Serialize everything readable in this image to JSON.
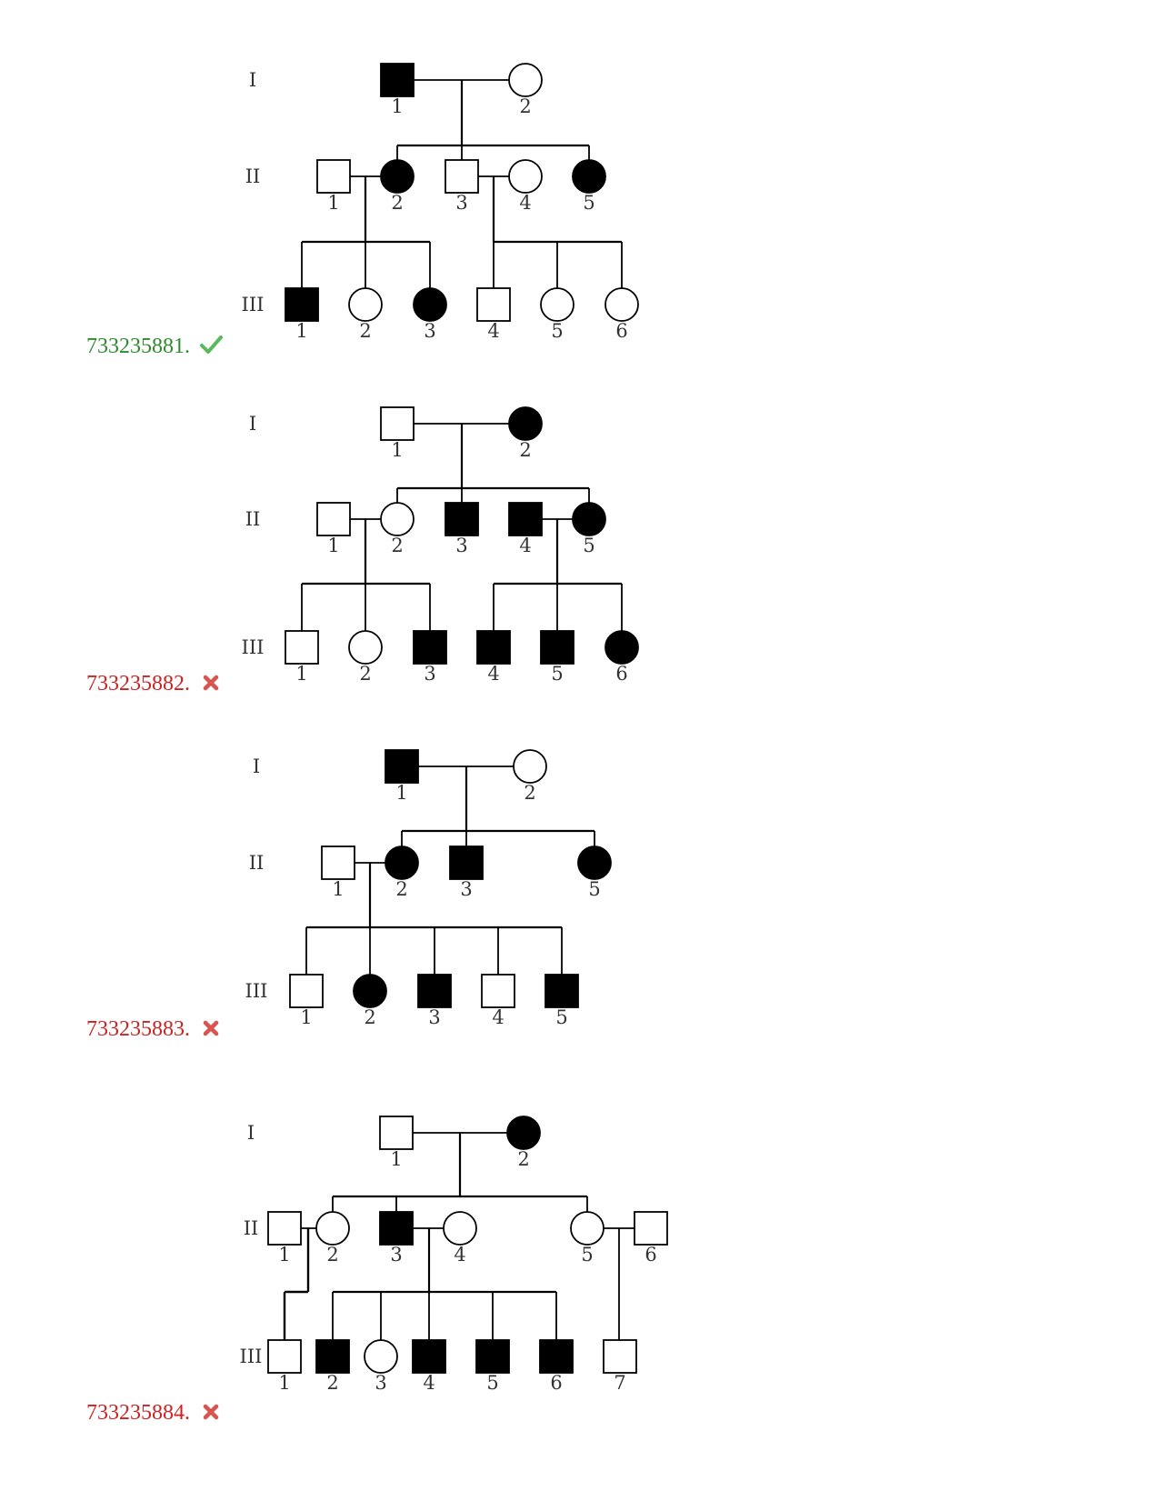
{
  "colors": {
    "correct": "#2e8b2e",
    "wrong": "#cc2222",
    "check_icon": "#5cb85c",
    "cross_icon": "#d9534f",
    "affected": "#000000",
    "unaffected": "#ffffff",
    "stroke": "#000000"
  },
  "generation_labels": [
    "I",
    "II",
    "III"
  ],
  "items": [
    {
      "id": "733235881.",
      "status": "correct",
      "status_icon": "check-icon",
      "generations": [
        {
          "label": "I",
          "members": [
            {
              "num": "1",
              "sex": "male",
              "affected": true
            },
            {
              "num": "2",
              "sex": "female",
              "affected": false
            }
          ]
        },
        {
          "label": "II",
          "members": [
            {
              "num": "1",
              "sex": "male",
              "affected": false
            },
            {
              "num": "2",
              "sex": "female",
              "affected": true
            },
            {
              "num": "3",
              "sex": "male",
              "affected": false
            },
            {
              "num": "4",
              "sex": "female",
              "affected": false
            },
            {
              "num": "5",
              "sex": "female",
              "affected": true
            }
          ]
        },
        {
          "label": "III",
          "members": [
            {
              "num": "1",
              "sex": "male",
              "affected": true
            },
            {
              "num": "2",
              "sex": "female",
              "affected": false
            },
            {
              "num": "3",
              "sex": "female",
              "affected": true
            },
            {
              "num": "4",
              "sex": "male",
              "affected": false
            },
            {
              "num": "5",
              "sex": "female",
              "affected": false
            },
            {
              "num": "6",
              "sex": "female",
              "affected": false
            }
          ]
        }
      ],
      "couples": [
        [
          "I-1",
          "I-2"
        ],
        [
          "II-1",
          "II-2"
        ],
        [
          "II-3",
          "II-4"
        ]
      ],
      "sibships": [
        {
          "parents": [
            "I-1",
            "I-2"
          ],
          "children": [
            "II-2",
            "II-3",
            "II-5"
          ]
        },
        {
          "parents": [
            "II-1",
            "II-2"
          ],
          "children": [
            "III-1",
            "III-2",
            "III-3"
          ]
        },
        {
          "parents": [
            "II-3",
            "II-4"
          ],
          "children": [
            "III-4",
            "III-5",
            "III-6"
          ]
        }
      ]
    },
    {
      "id": "733235882.",
      "status": "wrong",
      "status_icon": "cross-icon",
      "generations": [
        {
          "label": "I",
          "members": [
            {
              "num": "1",
              "sex": "male",
              "affected": false
            },
            {
              "num": "2",
              "sex": "female",
              "affected": true
            }
          ]
        },
        {
          "label": "II",
          "members": [
            {
              "num": "1",
              "sex": "male",
              "affected": false
            },
            {
              "num": "2",
              "sex": "female",
              "affected": false
            },
            {
              "num": "3",
              "sex": "male",
              "affected": true
            },
            {
              "num": "4",
              "sex": "male",
              "affected": true
            },
            {
              "num": "5",
              "sex": "female",
              "affected": true
            }
          ]
        },
        {
          "label": "III",
          "members": [
            {
              "num": "1",
              "sex": "male",
              "affected": false
            },
            {
              "num": "2",
              "sex": "female",
              "affected": false
            },
            {
              "num": "3",
              "sex": "male",
              "affected": true
            },
            {
              "num": "4",
              "sex": "male",
              "affected": true
            },
            {
              "num": "5",
              "sex": "male",
              "affected": true
            },
            {
              "num": "6",
              "sex": "female",
              "affected": true
            }
          ]
        }
      ],
      "couples": [
        [
          "I-1",
          "I-2"
        ],
        [
          "II-1",
          "II-2"
        ],
        [
          "II-4",
          "II-5"
        ]
      ],
      "sibships": [
        {
          "parents": [
            "I-1",
            "I-2"
          ],
          "children": [
            "II-2",
            "II-3",
            "II-5"
          ]
        },
        {
          "parents": [
            "II-1",
            "II-2"
          ],
          "children": [
            "III-1",
            "III-2",
            "III-3"
          ]
        },
        {
          "parents": [
            "II-4",
            "II-5"
          ],
          "children": [
            "III-4",
            "III-5",
            "III-6"
          ]
        }
      ]
    },
    {
      "id": "733235883.",
      "status": "wrong",
      "status_icon": "cross-icon",
      "generations": [
        {
          "label": "I",
          "members": [
            {
              "num": "1",
              "sex": "male",
              "affected": true
            },
            {
              "num": "2",
              "sex": "female",
              "affected": false
            }
          ]
        },
        {
          "label": "II",
          "members": [
            {
              "num": "1",
              "sex": "male",
              "affected": false
            },
            {
              "num": "2",
              "sex": "female",
              "affected": true
            },
            {
              "num": "3",
              "sex": "male",
              "affected": true
            },
            {
              "num": "5",
              "sex": "female",
              "affected": true
            }
          ]
        },
        {
          "label": "III",
          "members": [
            {
              "num": "1",
              "sex": "male",
              "affected": false
            },
            {
              "num": "2",
              "sex": "female",
              "affected": true
            },
            {
              "num": "3",
              "sex": "male",
              "affected": true
            },
            {
              "num": "4",
              "sex": "male",
              "affected": false
            },
            {
              "num": "5",
              "sex": "male",
              "affected": true
            }
          ]
        }
      ],
      "couples": [
        [
          "I-1",
          "I-2"
        ],
        [
          "II-1",
          "II-2"
        ]
      ],
      "sibships": [
        {
          "parents": [
            "I-1",
            "I-2"
          ],
          "children": [
            "II-2",
            "II-3",
            "II-5"
          ]
        },
        {
          "parents": [
            "II-1",
            "II-2"
          ],
          "children": [
            "III-1",
            "III-2",
            "III-3",
            "III-4",
            "III-5"
          ]
        }
      ]
    },
    {
      "id": "733235884.",
      "status": "wrong",
      "status_icon": "cross-icon",
      "generations": [
        {
          "label": "I",
          "members": [
            {
              "num": "1",
              "sex": "male",
              "affected": false
            },
            {
              "num": "2",
              "sex": "female",
              "affected": true
            }
          ]
        },
        {
          "label": "II",
          "members": [
            {
              "num": "1",
              "sex": "male",
              "affected": false
            },
            {
              "num": "2",
              "sex": "female",
              "affected": false
            },
            {
              "num": "3",
              "sex": "male",
              "affected": true
            },
            {
              "num": "4",
              "sex": "female",
              "affected": false
            },
            {
              "num": "5",
              "sex": "female",
              "affected": false
            },
            {
              "num": "6",
              "sex": "male",
              "affected": false
            }
          ]
        },
        {
          "label": "III",
          "members": [
            {
              "num": "1",
              "sex": "male",
              "affected": false
            },
            {
              "num": "2",
              "sex": "male",
              "affected": true
            },
            {
              "num": "3",
              "sex": "female",
              "affected": false
            },
            {
              "num": "4",
              "sex": "male",
              "affected": true
            },
            {
              "num": "5",
              "sex": "male",
              "affected": true
            },
            {
              "num": "6",
              "sex": "male",
              "affected": true
            },
            {
              "num": "7",
              "sex": "male",
              "affected": false
            }
          ]
        }
      ],
      "couples": [
        [
          "I-1",
          "I-2"
        ],
        [
          "II-1",
          "II-2"
        ],
        [
          "II-3",
          "II-4"
        ],
        [
          "II-5",
          "II-6"
        ]
      ],
      "sibships": [
        {
          "parents": [
            "I-1",
            "I-2"
          ],
          "children": [
            "II-2",
            "II-3",
            "II-5"
          ]
        },
        {
          "parents": [
            "II-1",
            "II-2"
          ],
          "children": [
            "III-1"
          ]
        },
        {
          "parents": [
            "II-3",
            "II-4"
          ],
          "children": [
            "III-2",
            "III-3",
            "III-4",
            "III-5",
            "III-6"
          ]
        },
        {
          "parents": [
            "II-5",
            "II-6"
          ],
          "children": [
            "III-7"
          ]
        }
      ]
    }
  ]
}
